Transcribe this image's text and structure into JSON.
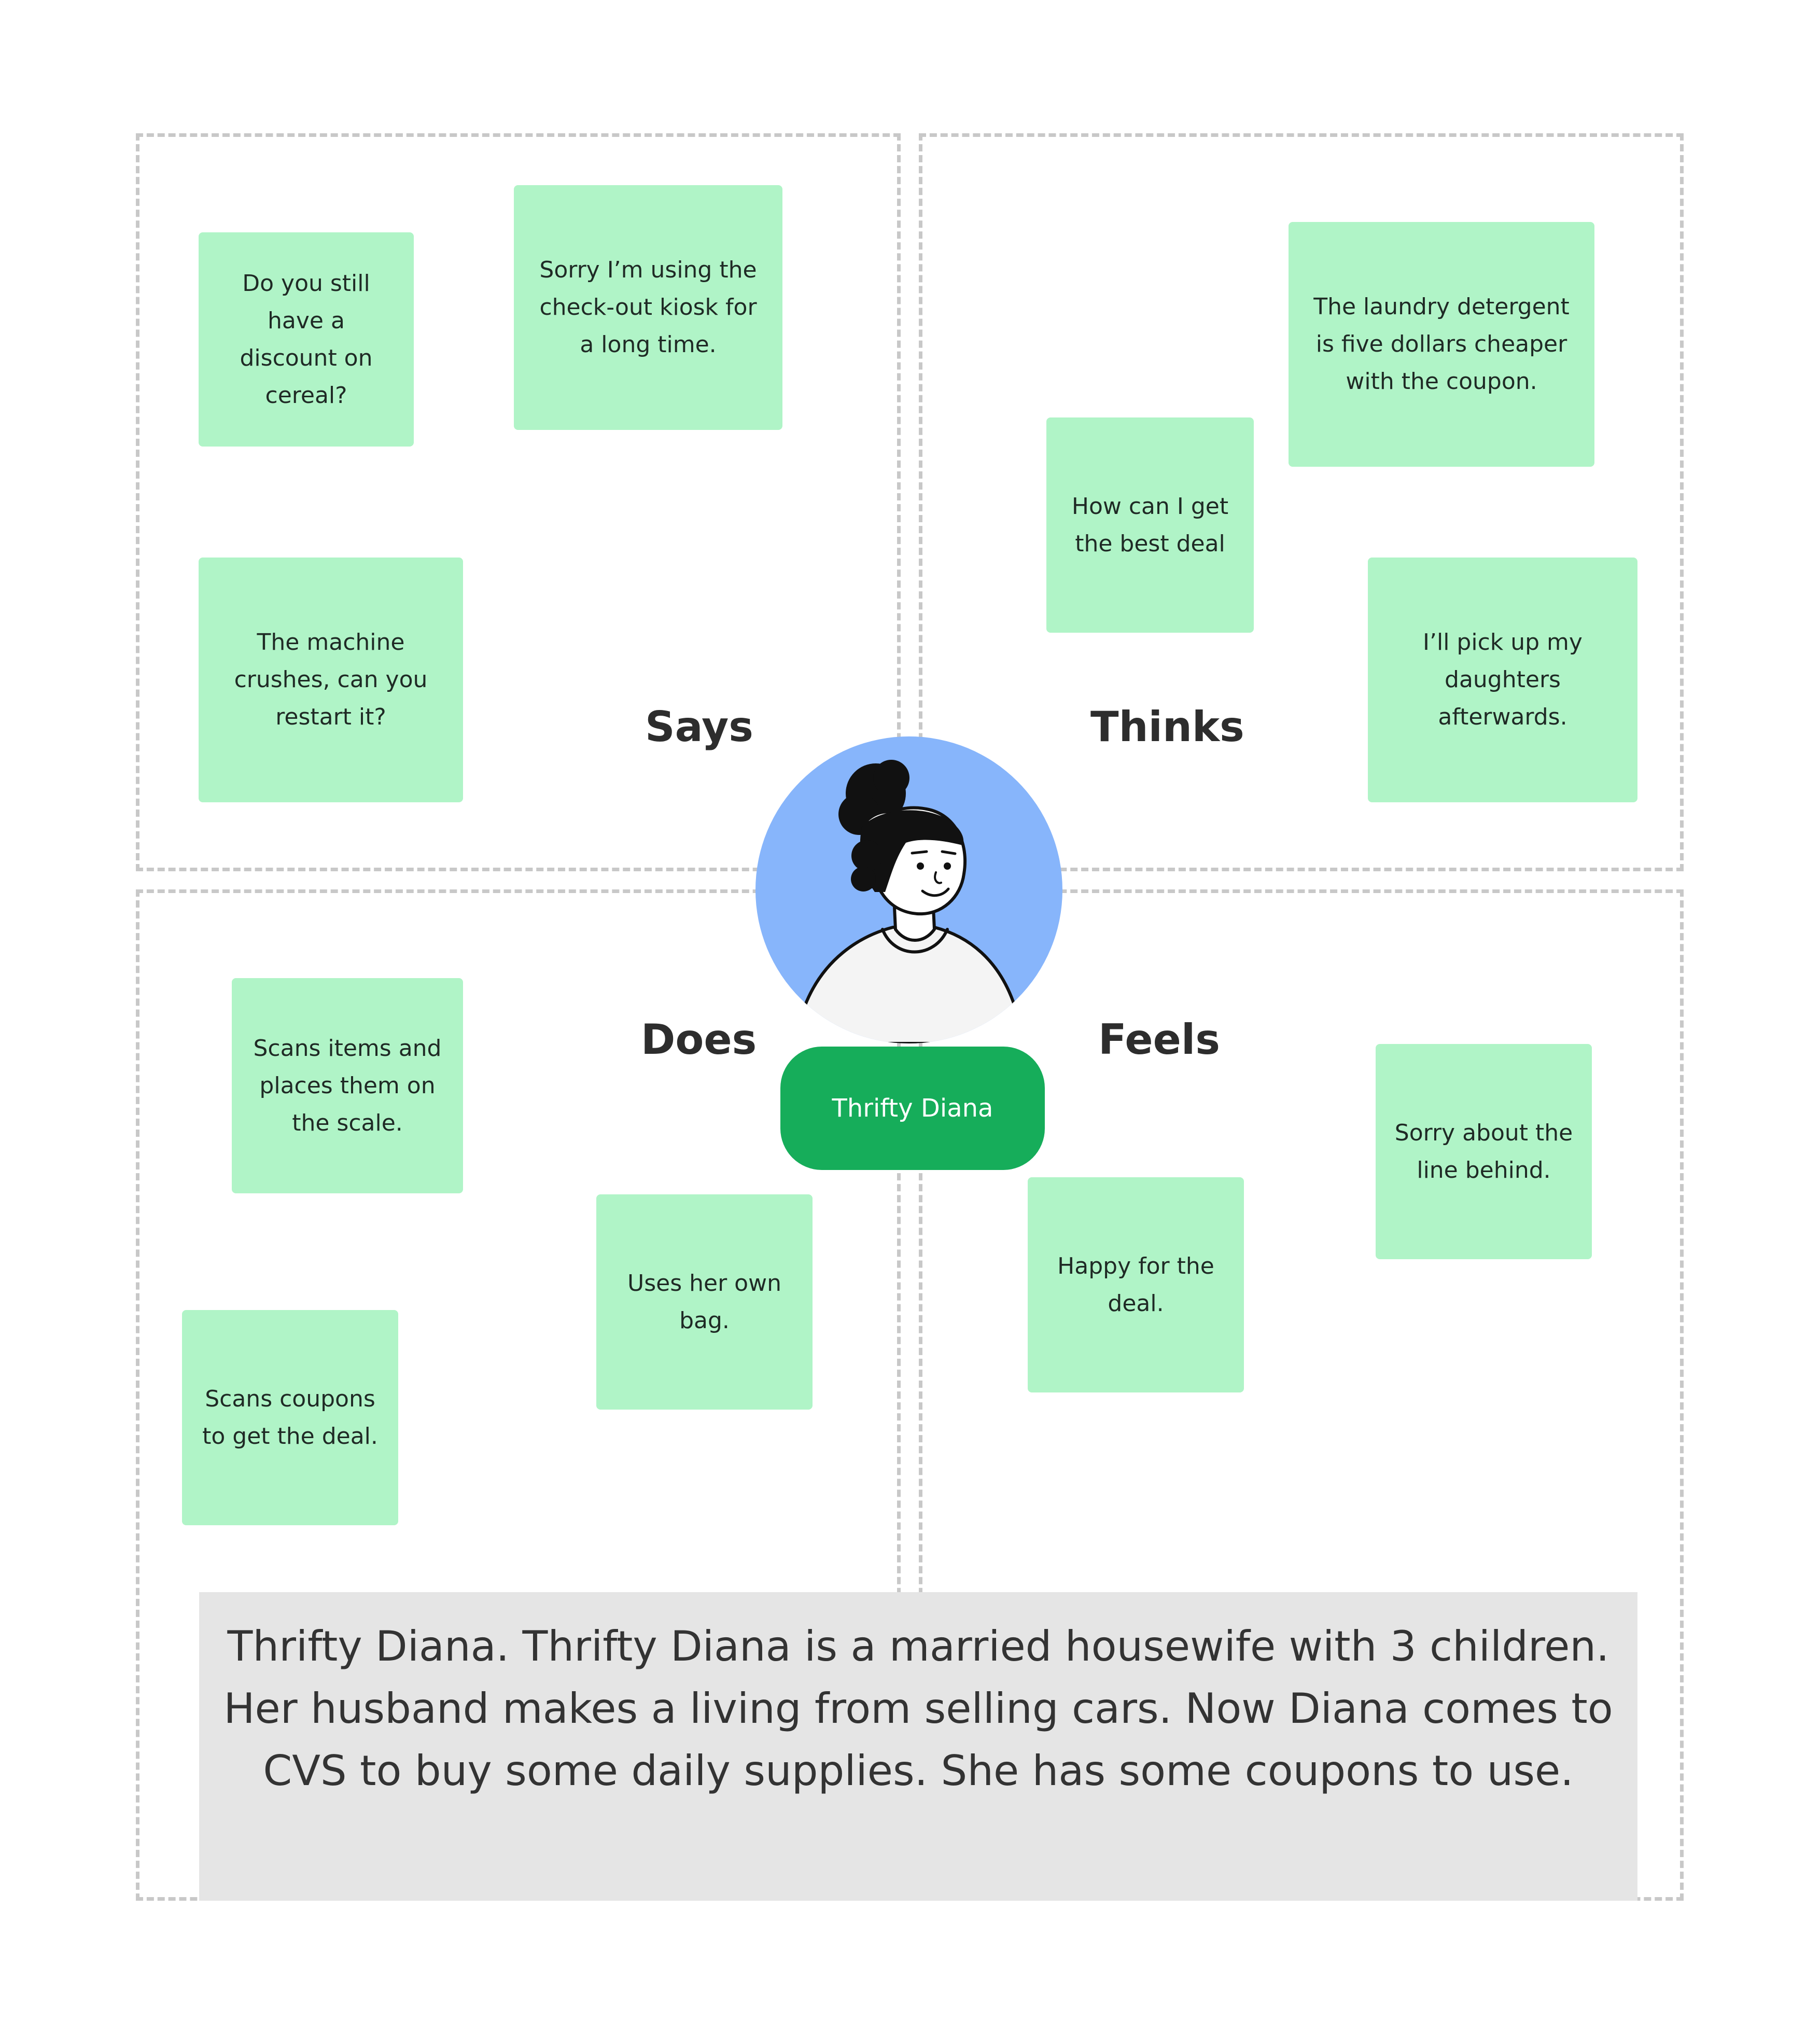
{
  "quadrants": {
    "says": {
      "label": "Says",
      "notes": [
        "Do you still have a discount on cereal?",
        "Sorry I’m using the check-out kiosk for a long time.",
        "The machine crushes, can you restart it?"
      ]
    },
    "thinks": {
      "label": "Thinks",
      "notes": [
        "The laundry detergent is five dollars cheaper with the coupon.",
        "How can I get the best deal",
        "I’ll pick up my daughters afterwards."
      ]
    },
    "does": {
      "label": "Does",
      "notes": [
        "Scans items and places them on the scale.",
        "Uses her own bag.",
        "Scans coupons to get the deal."
      ]
    },
    "feels": {
      "label": "Feels",
      "notes": [
        "Sorry about the line behind.",
        "Happy for the deal."
      ]
    }
  },
  "persona": {
    "name": "Thrifty Diana"
  },
  "description": "Thrifty  Diana. Thrifty Diana is a married housewife with 3 children. Her husband makes a living from selling cars. Now Diana comes to CVS to buy some daily supplies. She has some coupons to use.",
  "colors": {
    "sticky": "#b0f4c7",
    "persona_circle": "#87b5fb",
    "persona_pill": "#16ad5a",
    "description_bg": "#e5e5e5"
  }
}
